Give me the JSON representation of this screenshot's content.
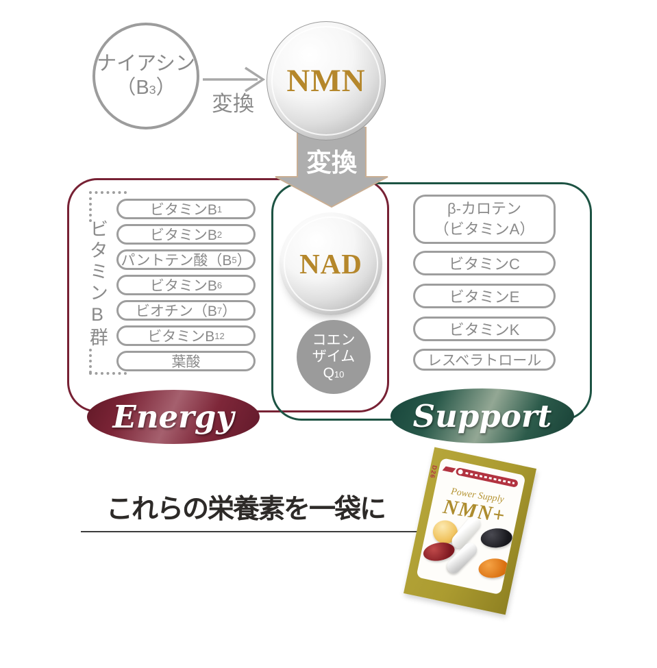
{
  "diagram": {
    "niacin": {
      "line1": "ナイアシン",
      "line2": "（B3）"
    },
    "convert_label": "変換",
    "nmn_label": "NMN",
    "nad_label": "NAD",
    "coq10": {
      "line1": "コエン",
      "line2": "ザイム",
      "line3": "Q10"
    },
    "left_group": {
      "axis_label": "ビタミンB群",
      "items": [
        "ビタミンB1",
        "ビタミンB2",
        "パントテン酸（B5）",
        "ビタミンB6",
        "ビオチン（B7）",
        "ビタミンB12",
        "葉酸"
      ],
      "badge": "Energy"
    },
    "right_group": {
      "items": [
        "β-カロテン\n（ビタミンA）",
        "ビタミンC",
        "ビタミンE",
        "ビタミンK",
        "レスベラトロール"
      ],
      "badge": "Support"
    },
    "headline": "これらの栄養素を一袋に"
  },
  "package": {
    "side_mark": "D26",
    "brand_script": "Power Supply",
    "brand_name": "NMN+"
  },
  "colors": {
    "maroon": "#772134",
    "green": "#1d5343",
    "gold": "#b5872b",
    "gray_border": "#9d9d9d",
    "gray_text": "#8a8a8a",
    "arrow_gray": "#aeaeae",
    "package_gold": "#ab9b30",
    "logo_red": "#b23340"
  }
}
